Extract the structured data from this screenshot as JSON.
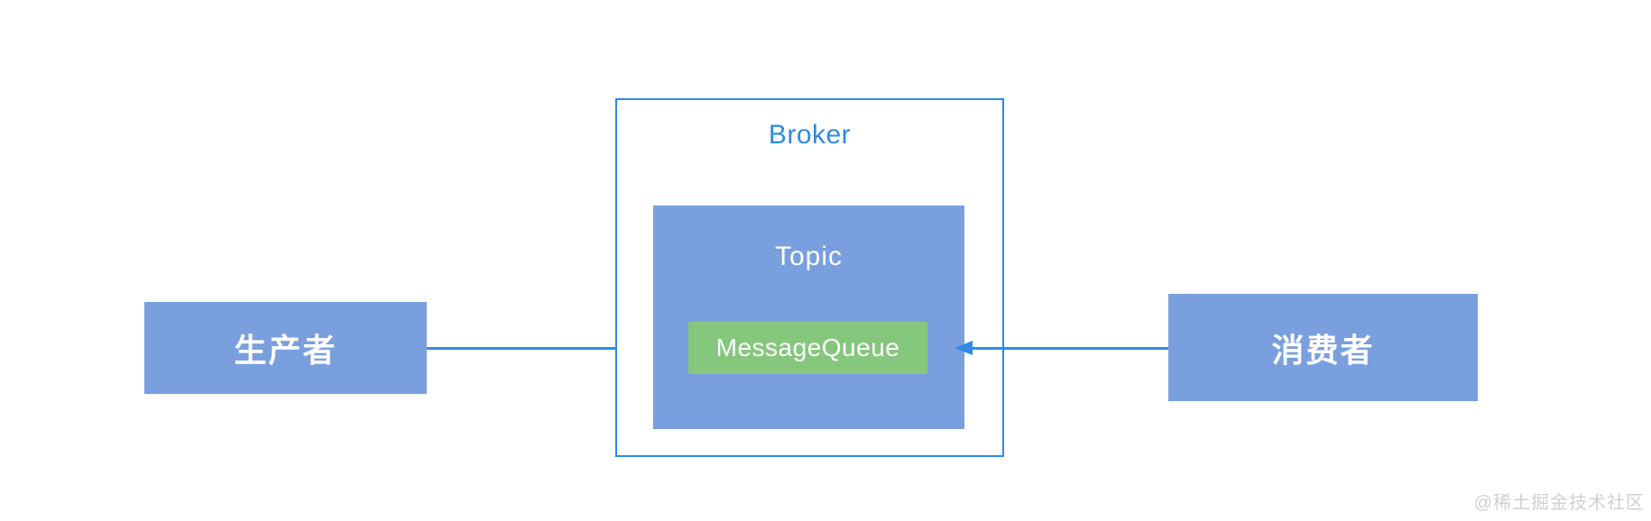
{
  "diagram": {
    "title_context": "message queue architecture",
    "nodes": {
      "producer": {
        "label": "生产者"
      },
      "broker": {
        "label": "Broker"
      },
      "topic": {
        "label": "Topic"
      },
      "message_queue": {
        "label": "MessageQueue"
      },
      "consumer": {
        "label": "消费者"
      }
    },
    "edges": [
      {
        "from": "producer",
        "to": "topic",
        "direction": "right"
      },
      {
        "from": "consumer",
        "to": "topic",
        "direction": "left"
      }
    ],
    "colors": {
      "node_fill": "#7A9FDE",
      "queue_fill": "#85C77D",
      "connector_blue": "#2E8BE8",
      "broker_title_blue": "#2E89E3",
      "node_text": "#FFFFFF",
      "watermark_gray": "#D0D0D0"
    }
  },
  "watermark": {
    "text": "@稀土掘金技术社区"
  }
}
